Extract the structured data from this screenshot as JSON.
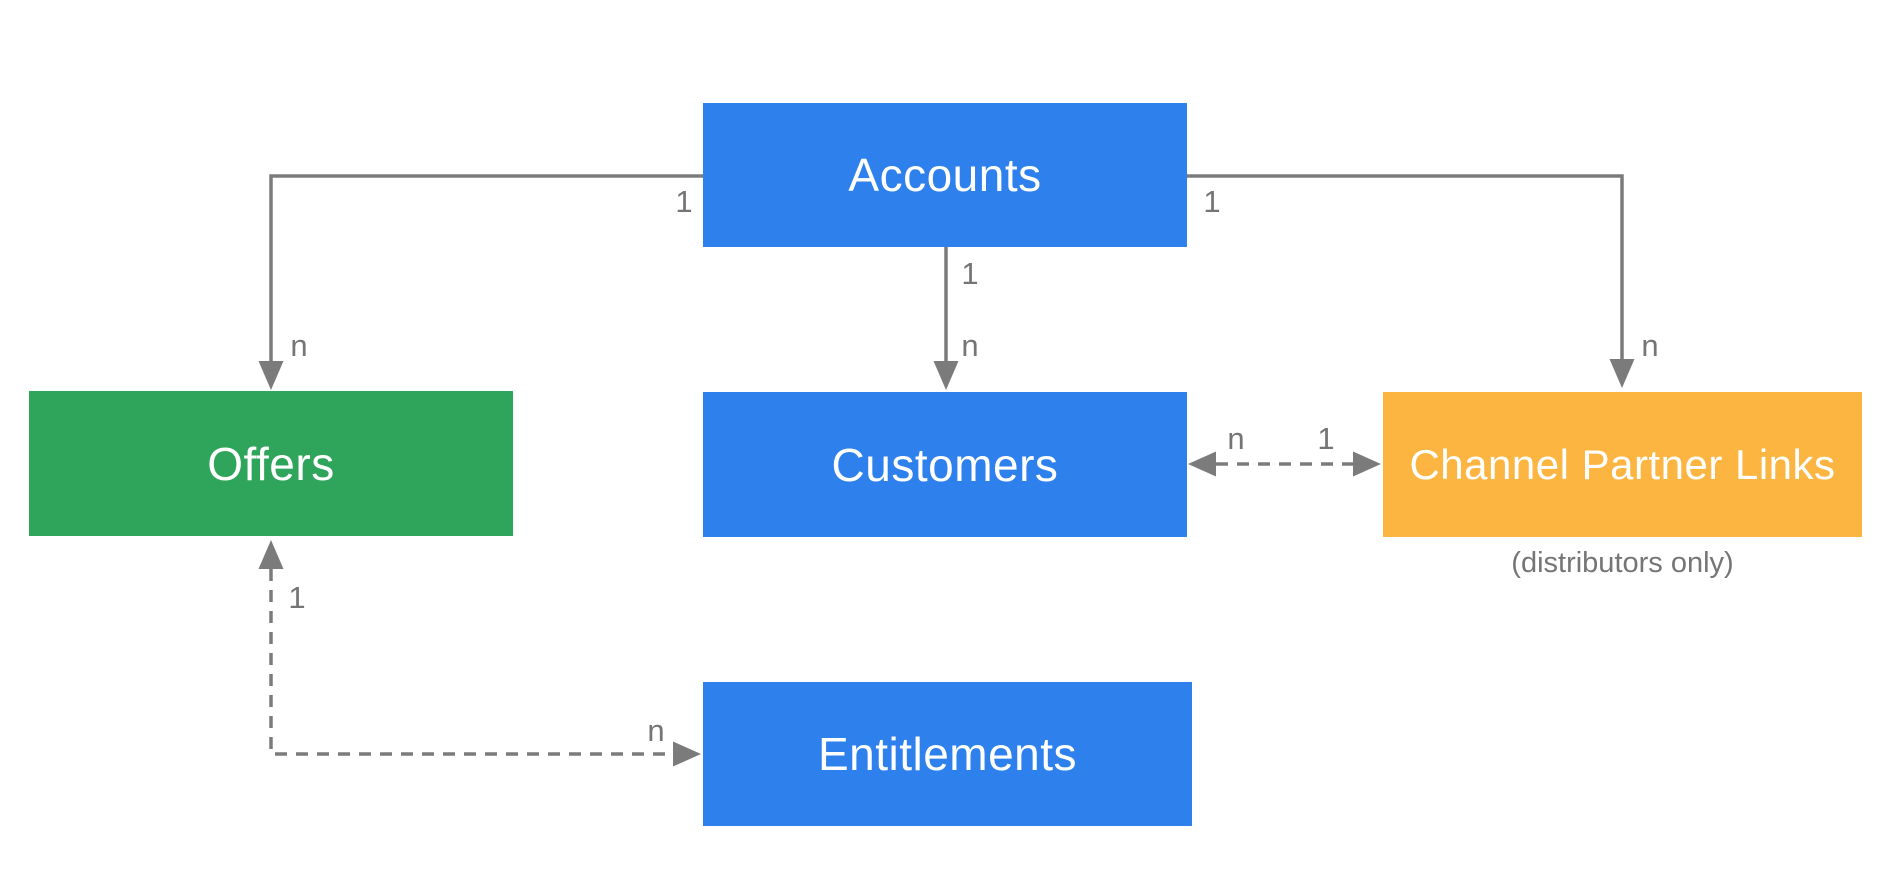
{
  "diagram": {
    "background_color": "#ffffff",
    "connector_color": "#7b7b7b",
    "cardinality_label_color": "#757575",
    "caption_color": "#757575",
    "node_text_color": "#ffffff",
    "nodes": [
      {
        "id": "accounts",
        "label": "Accounts",
        "color": "#2e80ec"
      },
      {
        "id": "offers",
        "label": "Offers",
        "color": "#2fa45b"
      },
      {
        "id": "customers",
        "label": "Customers",
        "color": "#2e80ec"
      },
      {
        "id": "channel_partner_links",
        "label": "Channel Partner Links",
        "color": "#fbb540",
        "caption": "(distributors only)"
      },
      {
        "id": "entitlements",
        "label": "Entitlements",
        "color": "#2e80ec"
      }
    ],
    "edges": [
      {
        "id": "accounts_to_offers",
        "from": "Accounts",
        "to": "Offers",
        "line": "solid",
        "from_cardinality": "1",
        "to_cardinality": "n"
      },
      {
        "id": "accounts_to_customers",
        "from": "Accounts",
        "to": "Customers",
        "line": "solid",
        "from_cardinality": "1",
        "to_cardinality": "n"
      },
      {
        "id": "accounts_to_channel_partner_links",
        "from": "Accounts",
        "to": "Channel Partner Links",
        "line": "solid",
        "from_cardinality": "1",
        "to_cardinality": "n"
      },
      {
        "id": "customers_to_channel_partner_links",
        "from": "Customers",
        "to": "Channel Partner Links",
        "line": "dashed_bidirectional",
        "from_cardinality": "n",
        "to_cardinality": "1"
      },
      {
        "id": "offers_to_entitlements",
        "from": "Offers",
        "to": "Entitlements",
        "line": "dashed_bidirectional",
        "from_cardinality": "1",
        "to_cardinality": "n"
      }
    ]
  }
}
